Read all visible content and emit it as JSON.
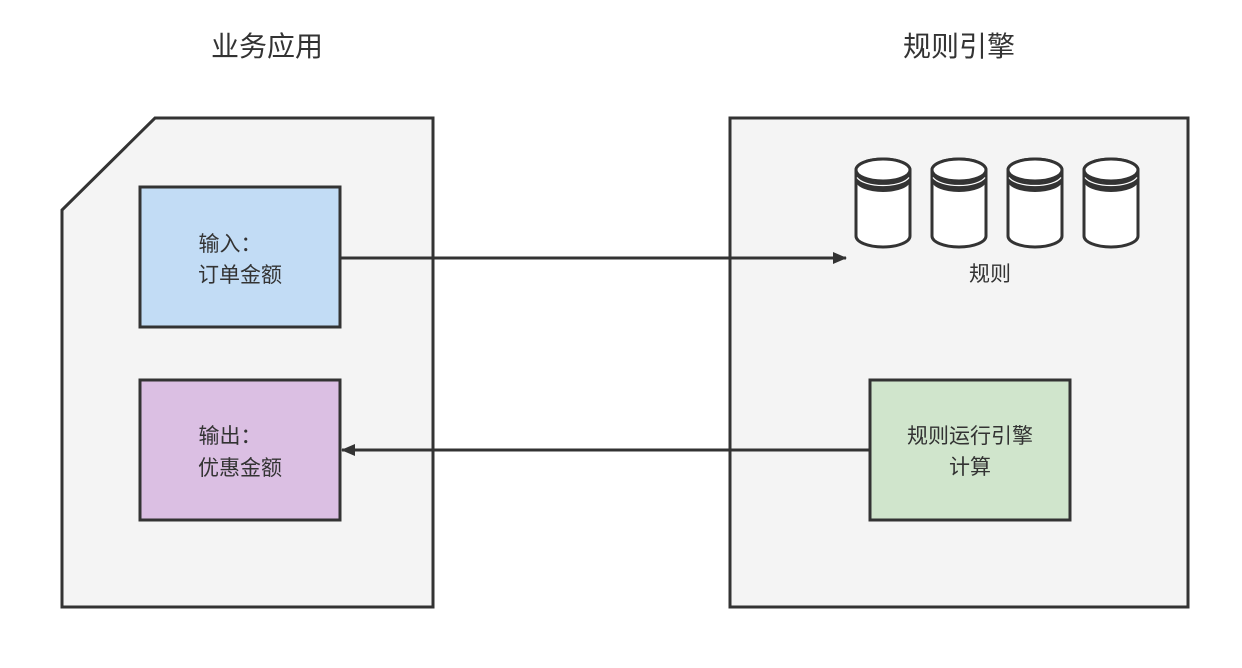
{
  "titles": {
    "left": "业务应用",
    "right": "规则引擎"
  },
  "business_app": {
    "input_box": {
      "line1": "输入：",
      "line2": "订单金额",
      "color": "#c2dcf5"
    },
    "output_box": {
      "line1": "输出：",
      "line2": "优惠金额",
      "color": "#dbbfe3"
    }
  },
  "rule_engine": {
    "rules_label": "规则",
    "rule_store_count": 4,
    "compute_box": {
      "line1": "规则运行引擎",
      "line2": "计算",
      "color": "#d0e5cc"
    }
  },
  "colors": {
    "container_fill": "#f4f4f4",
    "stroke": "#333333"
  }
}
